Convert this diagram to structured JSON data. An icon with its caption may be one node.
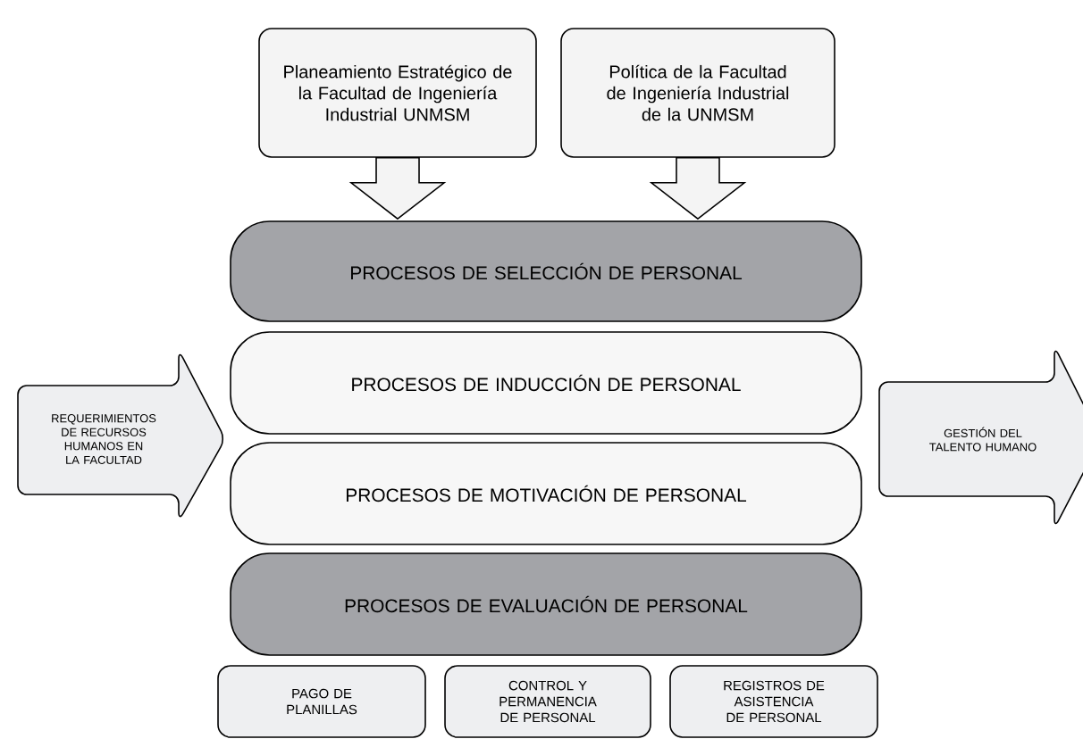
{
  "diagram": {
    "nodes": [
      {
        "text": [
          "Planeamiento Estratégico de la Facultad de Ingeniería Industrial UNMSM"
        ]
      },
      {
        "text": [
          "Política de la Facultad de Ingeniería Industrial de la UNMSM"
        ]
      },
      {
        "text": [
          "PROCESOS DE SELECCIÓN DE PERSONAL"
        ]
      },
      {
        "text": [
          "PROCESOS DE INDUCCIÓN DE PERSONAL"
        ]
      },
      {
        "text": [
          "PROCESOS DE MOTIVACIÓN DE PERSONAL"
        ]
      },
      {
        "text": [
          "PROCESOS DE EVALUACIÓN DE PERSONAL"
        ]
      },
      {
        "text": [
          "REQUERIMIENTOS DE RECURSOS HUMANOS EN LA FACULTAD"
        ]
      },
      {
        "text": [
          "GESTIÓN DEL TALENTO HUMANO"
        ]
      },
      {
        "text": [
          "PAGO DE PLANILLAS"
        ]
      },
      {
        "text": [
          "CONTROL Y PERMANENCIA DE PERSONAL"
        ]
      },
      {
        "text": [
          "REGISTROS DE ASISTENCIA DE PERSONAL"
        ]
      }
    ],
    "edges": [
      {
        "from": 0,
        "to": 2,
        "arrow": "to"
      },
      {
        "from": 1,
        "to": 2,
        "arrow": "to"
      }
    ]
  }
}
